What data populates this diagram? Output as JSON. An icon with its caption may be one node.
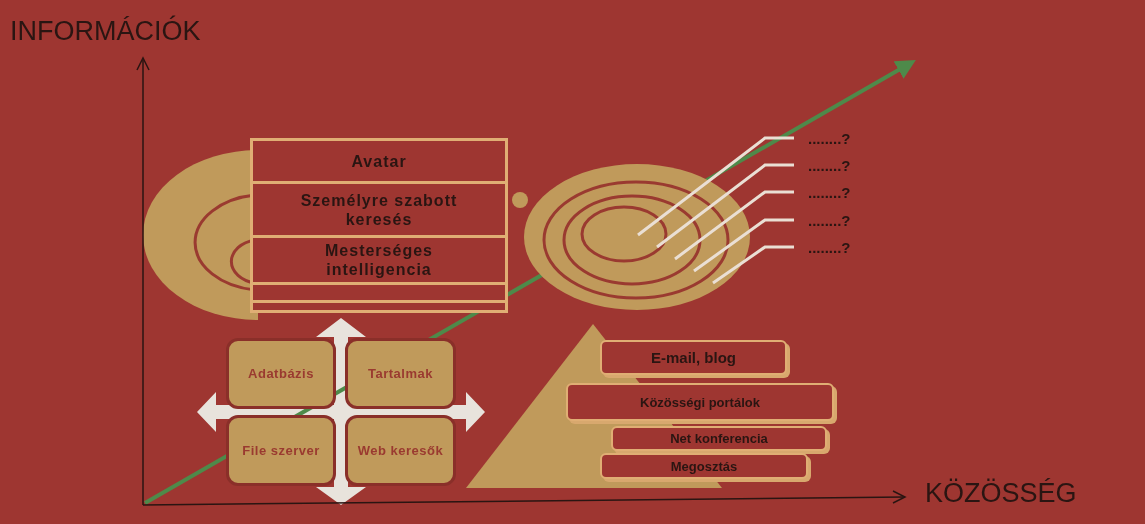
{
  "diagram": {
    "nodes": [
      {
        "text": [
          "Avatar"
        ]
      },
      {
        "text": [
          "Személyre szabott keresés"
        ]
      },
      {
        "text": [
          "Mesterséges intelligencia"
        ]
      },
      {
        "text": [],
        "shape": "circle"
      },
      {
        "text": [
          "........?"
        ]
      },
      {
        "text": [
          "........?"
        ]
      },
      {
        "text": [
          "........?"
        ]
      },
      {
        "text": [
          "........?"
        ]
      },
      {
        "text": [
          "........?"
        ]
      },
      {
        "text": [
          "Adatbázis"
        ]
      },
      {
        "text": [
          "Tartalmak"
        ]
      },
      {
        "text": [
          "File szerver"
        ]
      },
      {
        "text": [
          "Web keresők"
        ]
      },
      {
        "text": [
          "E-mail, blog"
        ]
      },
      {
        "text": [
          "Közösségi portálok"
        ]
      },
      {
        "text": [
          "Net konferencia"
        ]
      },
      {
        "text": [
          "Megosztás"
        ]
      }
    ],
    "edges": [
      {
        "from": 4,
        "to": 3,
        "arrow": "none"
      },
      {
        "from": 5,
        "to": 3,
        "arrow": "none"
      },
      {
        "from": 6,
        "to": 3,
        "arrow": "none"
      },
      {
        "from": 7,
        "to": 3,
        "arrow": "none"
      },
      {
        "from": 8,
        "to": 3,
        "arrow": "none"
      }
    ],
    "labels": [
      "INFORMÁCIÓK",
      "KÖZÖSSÉG"
    ]
  }
}
